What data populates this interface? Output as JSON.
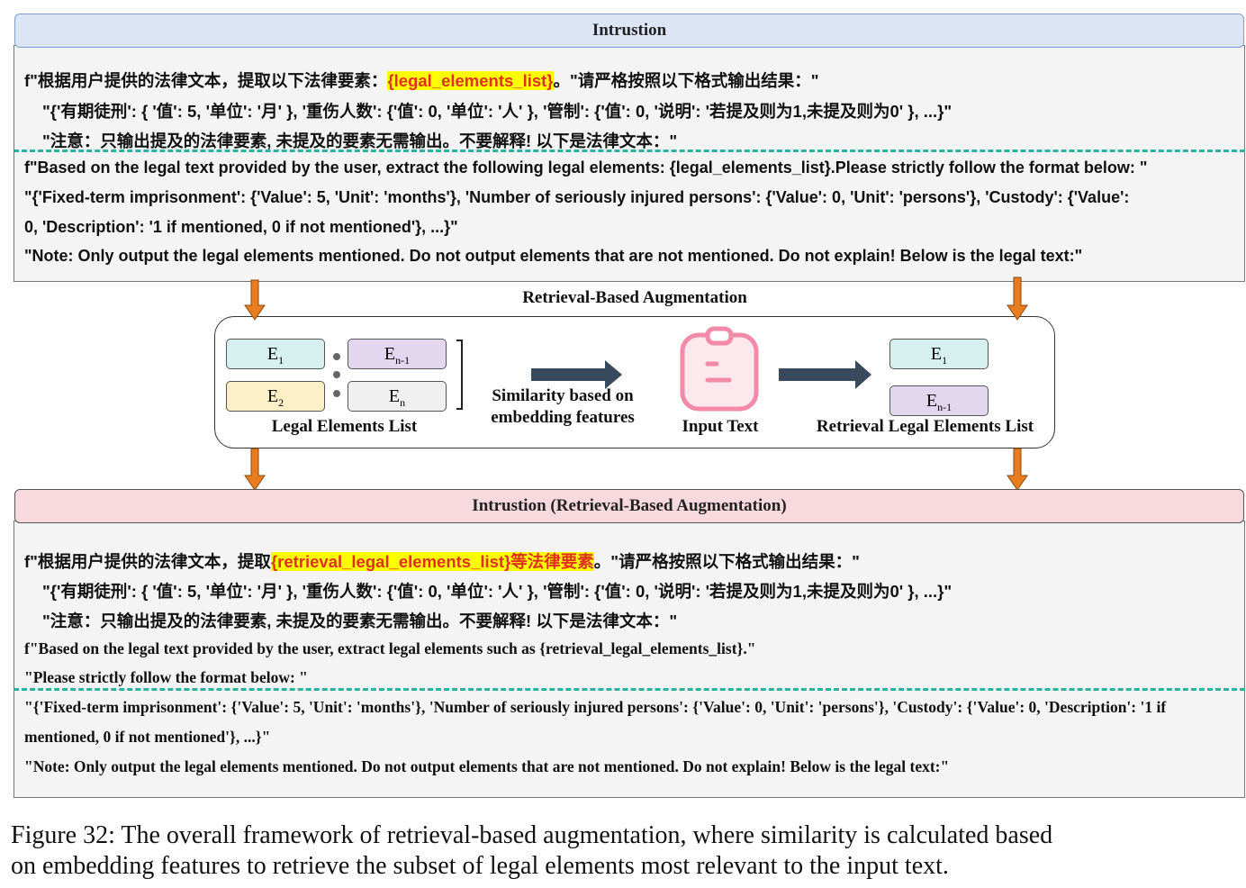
{
  "top": {
    "title": "Intrustion",
    "zh_line1_pre": "f\"根据用户提供的法律文本，提取以下法律要素：",
    "zh_line1_hl": "{legal_elements_list}",
    "zh_line1_post": "。\"请严格按照以下格式输出结果：\"",
    "zh_line2": "\"{'有期徒刑': { '值': 5, '单位': '月'  }, '重伤人数': {'值': 0, '单位': '人' }, '管制': {'值': 0, '说明': '若提及则为1,未提及则为0' }, ...}\"",
    "zh_line3": "\"注意：只输出提及的法律要素, 未提及的要素无需输出。不要解释! 以下是法律文本：\"",
    "en_line1": "f\"Based on the legal text provided by the user, extract the following legal elements: {legal_elements_list}.Please strictly follow the format below: \"",
    "en_line2": "\"{'Fixed-term imprisonment': {'Value': 5, 'Unit': 'months'},  'Number of seriously injured persons': {'Value': 0, 'Unit': 'persons'},  'Custody': {'Value':",
    "en_line3": "0, 'Description': '1 if mentioned, 0 if not mentioned'}, ...}\"",
    "en_line4": "\"Note: Only output the legal elements mentioned. Do not output elements that are not mentioned. Do not explain! Below is the legal text:\""
  },
  "rag": {
    "title": "Retrieval-Based Augmentation",
    "elements": {
      "e1": "E",
      "e1s": "1",
      "en1": "E",
      "en1s": "n-1",
      "e2": "E",
      "e2s": "2",
      "en": "E",
      "ens": "n"
    },
    "list_label": "Legal Elements List",
    "sim1": "Similarity based on",
    "sim2": "embedding features",
    "input_label": "Input Text",
    "retrieval_label": "Retrieval Legal Elements List",
    "colors": {
      "teal": "#d5f0ee",
      "purple": "#e3d6ef",
      "yellow": "#fdf0c6",
      "gray": "#f0f0f0",
      "arrow": "#e87c1e",
      "dark": "#394a5c",
      "pink": "#f28aa8"
    }
  },
  "bottom": {
    "title": "Intrustion (Retrieval-Based Augmentation)",
    "zh_line1_pre": "f\"根据用户提供的法律文本，提取",
    "zh_line1_hl": "{retrieval_legal_elements_list}等法律要素",
    "zh_line1_post": "。\"请严格按照以下格式输出结果：\"",
    "zh_line2": "\"{'有期徒刑': { '值': 5, '单位': '月'  }, '重伤人数': {'值': 0, '单位': '人' }, '管制': {'值': 0, '说明': '若提及则为1,未提及则为0' }, ...}\"",
    "zh_line3": "\"注意：只输出提及的法律要素, 未提及的要素无需输出。不要解释! 以下是法律文本：\"",
    "en_line1": "f\"Based on the legal text provided by the user, extract legal elements such as {retrieval_legal_elements_list}.\"",
    "en_line2": "\"Please strictly follow the format below: \"",
    "en_line3": "\"{'Fixed-term imprisonment': {'Value': 5, 'Unit': 'months'}, 'Number of seriously injured persons': {'Value': 0, 'Unit': 'persons'}, 'Custody': {'Value': 0, 'Description': '1 if",
    "en_line4": "mentioned, 0 if not mentioned'}, ...}\"",
    "en_line5": "\"Note: Only output the legal elements mentioned. Do not output elements that are not mentioned. Do not explain! Below is the legal text:\""
  },
  "caption": {
    "line1": "Figure 32: The overall framework of retrieval-based augmentation, where similarity is calculated based",
    "line2": "on embedding features to retrieve the subset of legal elements most relevant to the input text."
  }
}
